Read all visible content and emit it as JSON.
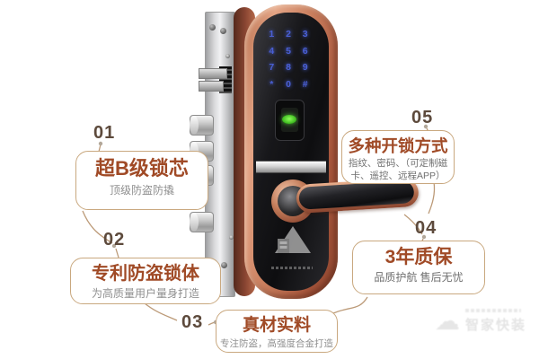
{
  "page": {
    "background": "#ffffff"
  },
  "colors": {
    "copper": "#b96a4e",
    "callout_border": "#c9a87f",
    "callout_title": "#a04a26",
    "number_text": "#5d4a3c",
    "subtitle_gray": "#8f8f8f",
    "keypad_blue": "#4a5fd4",
    "fingerprint_green": "#55d435",
    "leader_line": "#b5906a",
    "watermark_gray": "#c4c4c4"
  },
  "lock": {
    "keypad": [
      "1",
      "2",
      "3",
      "4",
      "5",
      "6",
      "7",
      "8",
      "9",
      "*",
      "0",
      "#"
    ]
  },
  "callouts": [
    {
      "number": "01",
      "title": "超B级锁芯",
      "subtitle": "顶级防盗防撬"
    },
    {
      "number": "02",
      "title": "专利防盗锁体",
      "subtitle": "为高质量用户量身打造"
    },
    {
      "number": "03",
      "title": "真材实料",
      "subtitle": "专注防盗，高强度合金打造"
    },
    {
      "number": "04",
      "title": "3年质保",
      "subtitle": "品质护航 售后无忧"
    },
    {
      "number": "05",
      "title": "多种开锁方式",
      "subtitle": "指纹、密码、（可定制磁卡、遥控、远程APP）"
    }
  ],
  "watermark": {
    "brand": "智家快装",
    "icon": "cloud"
  }
}
